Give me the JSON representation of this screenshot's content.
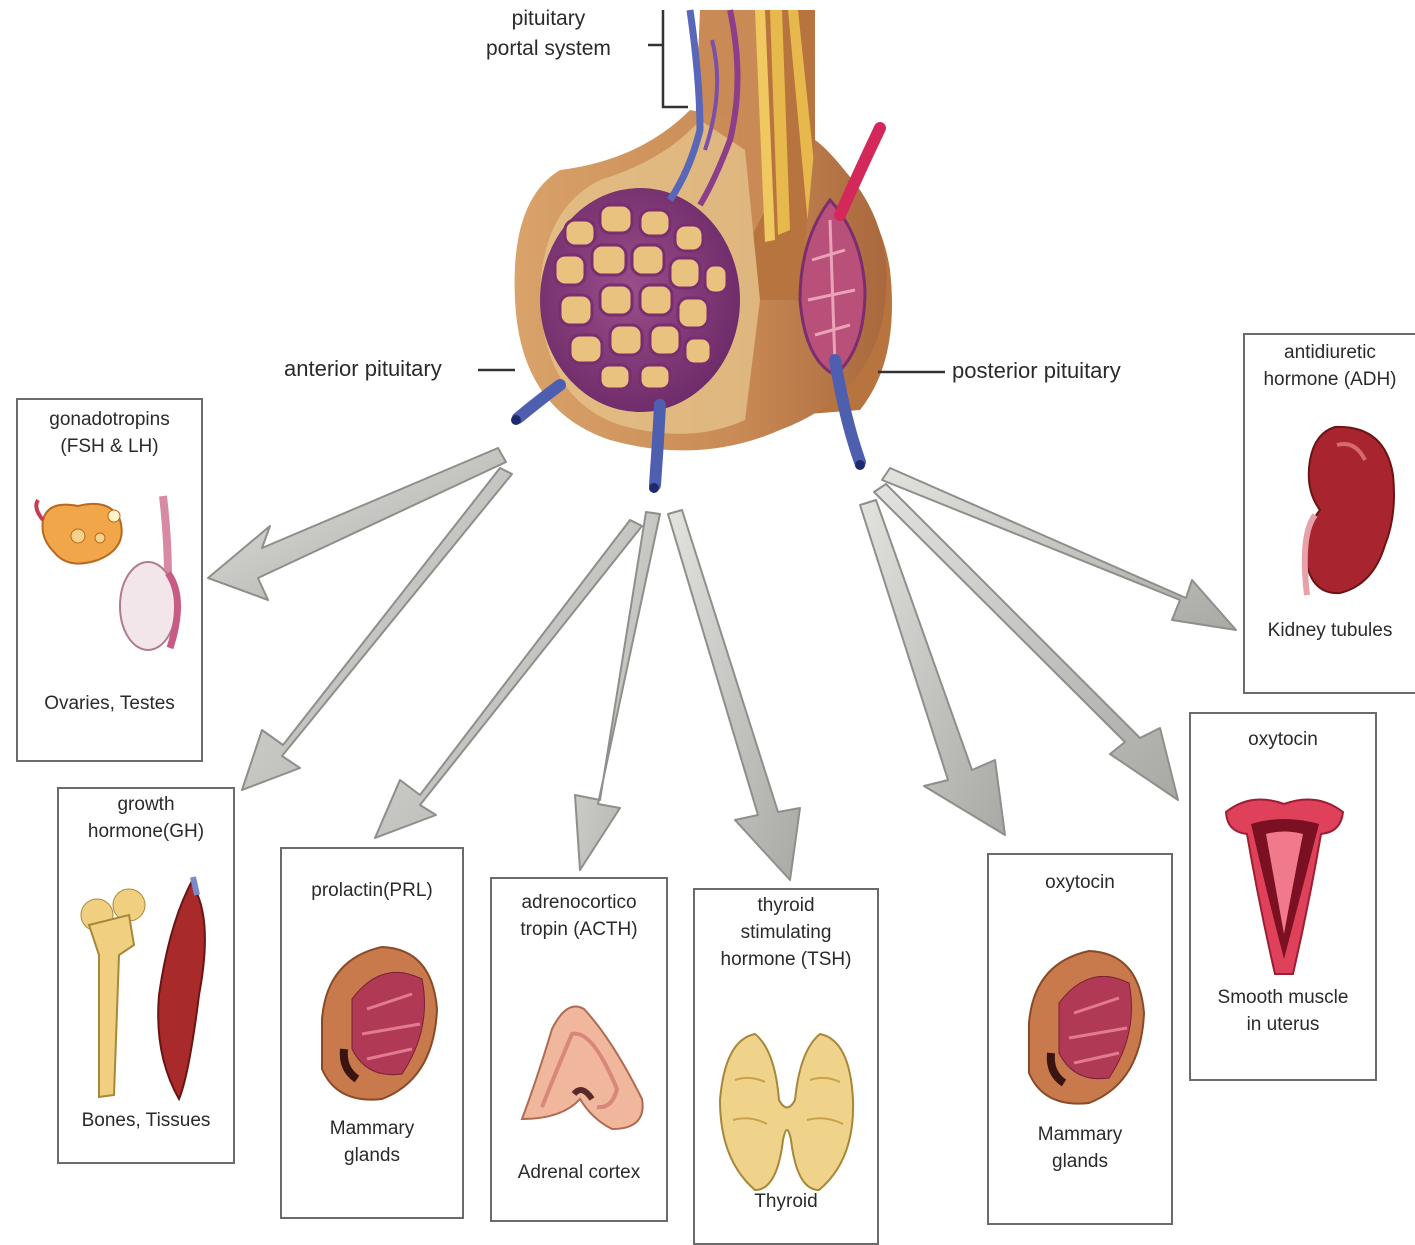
{
  "labels": {
    "portal": "pituitary\nportal system",
    "anterior": "anterior pituitary",
    "posterior": "posterior pituitary"
  },
  "boxes": {
    "gonadotropins": {
      "hormone": "gonadotropins\n(FSH & LH)",
      "target": "Ovaries, Testes"
    },
    "growth": {
      "hormone": "growth\nhormone(GH)",
      "target": "Bones, Tissues"
    },
    "prolactin": {
      "hormone": "prolactin(PRL)",
      "target": "Mammary\nglands"
    },
    "acth": {
      "hormone": "adrenocortico\ntropin (ACTH)",
      "target": "Adrenal cortex"
    },
    "tsh": {
      "hormone": "thyroid\nstimulating\nhormone (TSH)",
      "target": "Thyroid"
    },
    "oxytocin_mammary": {
      "hormone": "oxytocin",
      "target": "Mammary\nglands"
    },
    "oxytocin_uterus": {
      "hormone": "oxytocin",
      "target": "Smooth muscle\nin uterus"
    },
    "adh": {
      "hormone": "antidiuretic\nhormone (ADH)",
      "target": "Kidney tubules"
    }
  },
  "colors": {
    "gland": "#c98a55",
    "gland_light": "#e6c58e",
    "vessel_purple": "#8b3f8a",
    "vessel_blue": "#4f5fb0",
    "artery_red": "#d5285a",
    "arrow_fill": "#c9cac6",
    "arrow_stroke": "#8e8f8a",
    "box_border": "#6b6b6b"
  }
}
